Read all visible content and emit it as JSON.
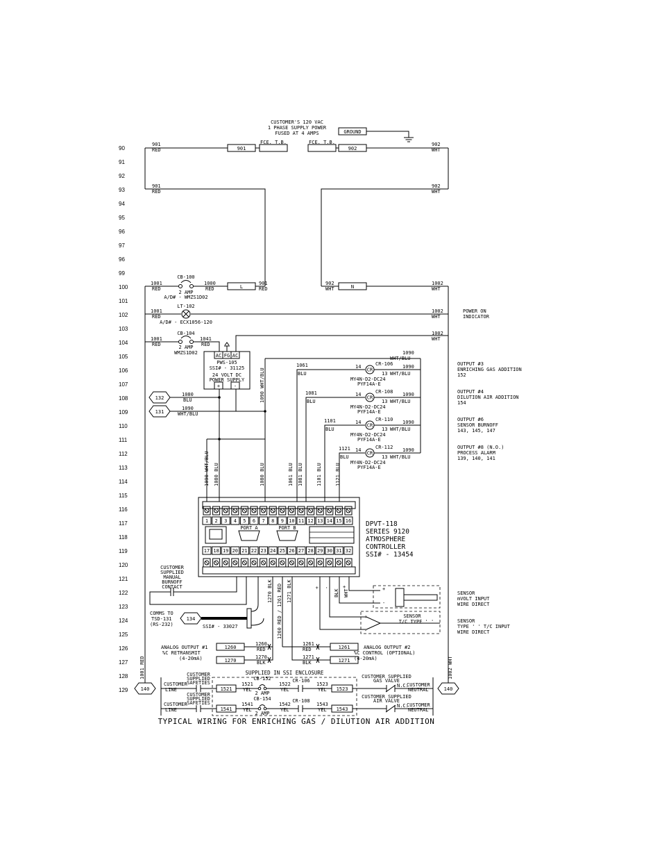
{
  "rung_numbers": [
    "90",
    "91",
    "92",
    "93",
    "94",
    "95",
    "96",
    "97",
    "96",
    "99",
    "100",
    "101",
    "102",
    "103",
    "104",
    "105",
    "106",
    "107",
    "108",
    "109",
    "110",
    "111",
    "112",
    "113",
    "114",
    "115",
    "116",
    "117",
    "118",
    "119",
    "120",
    "121",
    "122",
    "123",
    "124",
    "125",
    "126",
    "127",
    "128",
    "129"
  ],
  "supply": {
    "line1": "CUSTOMER'S 120 VAC",
    "line2": "1 PHASE SUPPLY POWER",
    "line3": "FUSED AT 4 AMPS",
    "ground": "GROUND",
    "fce_left": "FCE. T.B.",
    "fce_right": "FCE. T.B."
  },
  "wires": {
    "w901": "901",
    "w902": "902",
    "red": "RED",
    "wht": "WHT",
    "blu": "BLU",
    "wht_blu": "WHT/BLU",
    "w1000": "1000",
    "w1001": "1001",
    "w1002": "1002",
    "w1041": "1041",
    "w1061": "1061",
    "w1081": "1081",
    "w1101": "1101",
    "w1121": "1121",
    "w1080": "1080",
    "w1090": "1090",
    "w1090_wht_blu": "1090 WHT/BLU",
    "w1080_blu": "1080 BLU",
    "w1061_blu": "1061 BLU",
    "w1081_blu": "1081 BLU",
    "w1101_blu": "1101 BLU",
    "w1121_blu": "1121 BLU",
    "w1001_red": "1001 RED",
    "w1002_wht": "1002 WHT",
    "w1270_blk": "1270 BLK",
    "w1260_1261_red": "1260 RED / 1261 RED",
    "w1271_blk": "1271 BLK",
    "w1260": "1260",
    "w1261": "1261",
    "w1270": "1270",
    "w1271": "1271",
    "blk": "BLK",
    "yel": "YEL",
    "l": "L",
    "n": "N"
  },
  "components": {
    "cb100": "CB-100",
    "cb100_rating": "2 AMP",
    "cb100_part": "A/D# - WMZS1D02",
    "lt102": "LT-102",
    "lt102_part": "A/D# - ECX1056-120",
    "cb104": "CB-104",
    "cb104_rating": "2 AMP",
    "cb104_part": "WMZS1D02",
    "pws": "PWS-105",
    "pws_ssi": "SSI# - 31125",
    "pws_desc1": "24 VOLT DC",
    "pws_desc2": "POWER SUPPLY",
    "pws_terms": [
      "AC",
      "FG",
      "AC"
    ],
    "plus": "+",
    "minus": "-",
    "relay_part1": "MY4N-D2-DC24",
    "relay_part2": "PYF14A-E",
    "cr": "CR",
    "cr106": "CR-106",
    "cr108": "CR-108",
    "cr110": "CR-110",
    "cr112": "CR-112",
    "t14": "14",
    "t13": "13"
  },
  "outputs": {
    "power_on_1": "POWER ON",
    "power_on_2": "INDICATOR",
    "o3_1": "OUTPUT #3",
    "o3_2": "ENRICHING GAS ADDITION",
    "o3_3": "152",
    "o4_1": "OUTPUT #4",
    "o4_2": "DILUTION AIR ADDITION",
    "o4_3": "154",
    "o6_1": "OUTPUT #6",
    "o6_2": "SENSOR BURNOFF",
    "o6_3": "143, 145, 147",
    "o8_1": "OUTPUT #8 (N.O.)",
    "o8_2": "PROCESS ALARM",
    "o8_3": "139, 140, 141"
  },
  "hex_refs": [
    "132",
    "131",
    "134",
    "140",
    "140"
  ],
  "controller": {
    "name1": "DPVT-118",
    "name2": "SERIES 9120",
    "name3": "ATMOSPHERE",
    "name4": "CONTROLLER",
    "name5": "SSI# - 13454",
    "top_terms": [
      "1",
      "2",
      "3",
      "4",
      "5",
      "6",
      "7",
      "8",
      "9",
      "10",
      "11",
      "12",
      "13",
      "14",
      "15",
      "16"
    ],
    "bottom_terms": [
      "17",
      "18",
      "19",
      "20",
      "21",
      "22",
      "23",
      "24",
      "25",
      "26",
      "27",
      "28",
      "29",
      "30",
      "31",
      "32"
    ],
    "port_a": "PORT A",
    "port_b": "PORT B"
  },
  "lower": {
    "manual_1": "CUSTOMER",
    "manual_2": "SUPPLIED",
    "manual_3": "MANUAL",
    "manual_4": "BURNOFF",
    "manual_5": "CONTACT",
    "comms_1": "COMMS TO",
    "comms_2": "TSD-131",
    "comms_3": "(RS-232)",
    "comms_ssi": "SSI# - 33027",
    "sensor_mv_1": "SENSOR",
    "sensor_mv_2": "mVOLT INPUT",
    "sensor_mv_3": "WIRE DIRECT",
    "sensor_tc_1": "SENSOR",
    "sensor_tc_2": "T/C TYPE ' '",
    "sensor_tc2_1": "SENSOR",
    "sensor_tc2_2": "TYPE ' ' T/C INPUT",
    "sensor_tc2_3": "WIRE DIRECT",
    "ao1_1": "ANALOG OUTPUT #1",
    "ao1_2": "%C RETRANSMIT",
    "ao1_3": "(4-20mA)",
    "ao2_1": "ANALOG OUTPUT #2",
    "ao2_2": "%C CONTROL (OPTIONAL)",
    "ao2_3": "(4-20mA)",
    "enclosure": "SUPPLIED IN SSI ENCLOSURE",
    "cust_line": "CUSTOMER",
    "line": "LINE",
    "cust_saf_1": "CUSTOMER",
    "cust_saf_2": "SUPPLIED",
    "cust_saf_3": "SAFETIES",
    "cb152": "CB-152",
    "cb154": "CB-154",
    "two_amp": "2 AMP",
    "cr106": "CR-106",
    "cr108": "CR-108",
    "w1521": "1521",
    "w1522": "1522",
    "w1523": "1523",
    "w1541": "1541",
    "w1542": "1542",
    "w1543": "1543",
    "gas_valve_1": "CUSTOMER SUPPLIED",
    "gas_valve_2": "GAS VALVE",
    "air_valve_1": "CUSTOMER SUPPLIED",
    "air_valve_2": "AIR VALVE",
    "nc": "N.C.",
    "cust_neutral_1": "CUSTOMER",
    "cust_neutral_2": "NEUTRAL"
  },
  "title": "TYPICAL WIRING FOR ENRICHING GAS / DILUTION AIR ADDITION"
}
